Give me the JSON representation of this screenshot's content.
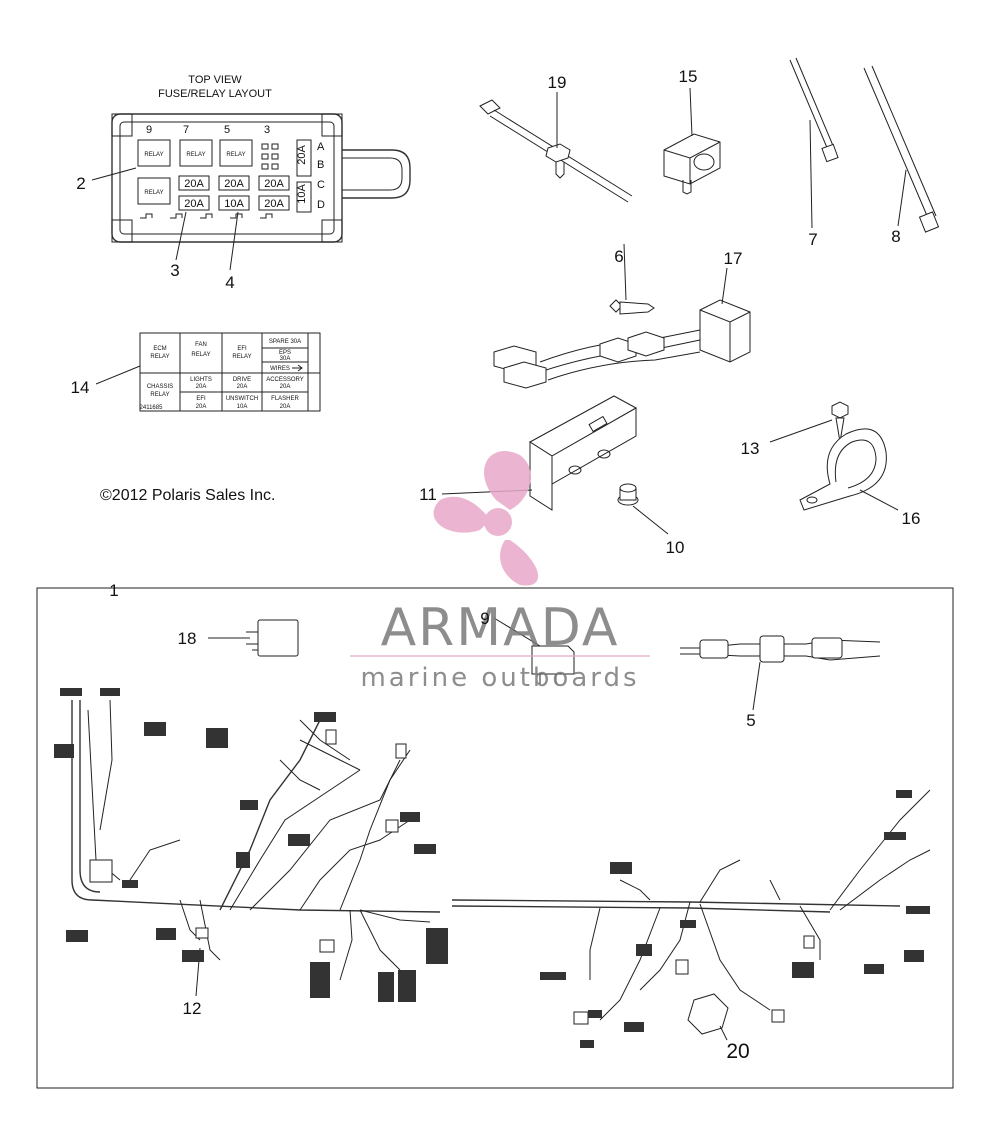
{
  "fuse_box": {
    "title_line1": "TOP VIEW",
    "title_line2": "FUSE/RELAY LAYOUT",
    "top_numbers": [
      "9",
      "7",
      "5",
      "3"
    ],
    "side_letters": [
      "A",
      "B",
      "C",
      "D"
    ],
    "relay_label": "RELAY",
    "fuses_row1": [
      "20A",
      "20A",
      "20A"
    ],
    "fuses_row2": [
      "20A",
      "10A",
      "20A"
    ],
    "side_fuses": [
      "20A",
      "10A"
    ]
  },
  "label_chart": {
    "cells": {
      "ecm": "ECM",
      "ecm2": "RELAY",
      "fan": "FAN",
      "fan2": "RELAY",
      "efi": "EFI",
      "efi2": "RELAY",
      "spare": "SPARE 30A",
      "eps": "EPS",
      "eps2": "30A",
      "wires": "WIRES",
      "chassis": "CHASSIS",
      "chassis2": "RELAY",
      "lights": "LIGHTS",
      "lights2": "20A",
      "drive": "DRIVE",
      "drive2": "20A",
      "accessory": "ACCESSORY",
      "accessory2": "20A",
      "efi_b": "EFI",
      "efi_b2": "20A",
      "unswitch": "UNSWITCH",
      "unswitch2": "10A",
      "flasher": "FLASHER",
      "flasher2": "20A",
      "part_no": "2411685"
    }
  },
  "copyright": "©2012 Polaris Sales Inc.",
  "callouts": {
    "c1": "1",
    "c2": "2",
    "c3": "3",
    "c4": "4",
    "c5": "5",
    "c6": "6",
    "c7": "7",
    "c8": "8",
    "c9": "9",
    "c10": "10",
    "c11": "11",
    "c12": "12",
    "c13": "13",
    "c14": "14",
    "c15": "15",
    "c16": "16",
    "c17": "17",
    "c18": "18",
    "c19": "19",
    "c20": "20"
  },
  "watermark": {
    "brand": "ARMADA",
    "tagline": "marine outboards",
    "color": "#e8a9c9",
    "text_color": "#7a7a7a"
  }
}
